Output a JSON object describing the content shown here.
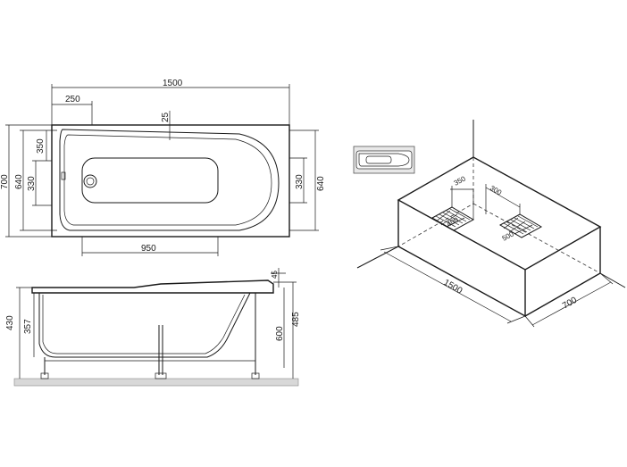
{
  "top_view": {
    "dims": {
      "total_length": "1500",
      "drain_offset": "250",
      "rim_width": "25",
      "outer_width_left": "700",
      "inner_width_left": "640",
      "upper_section": "350",
      "lower_section_left": "330",
      "inner_width_right": "640",
      "lower_section_right": "330",
      "bottom_length": "950"
    }
  },
  "side_view": {
    "dims": {
      "total_height": "430",
      "inner_height": "357",
      "rim_thickness": "45",
      "leg_height": "600",
      "floor_to_rim": "485"
    }
  },
  "iso_view": {
    "dims": {
      "dim_350": "350",
      "dim_300": "300",
      "dim_400": "400",
      "dim_500": "500",
      "length": "1500",
      "width": "700"
    }
  }
}
